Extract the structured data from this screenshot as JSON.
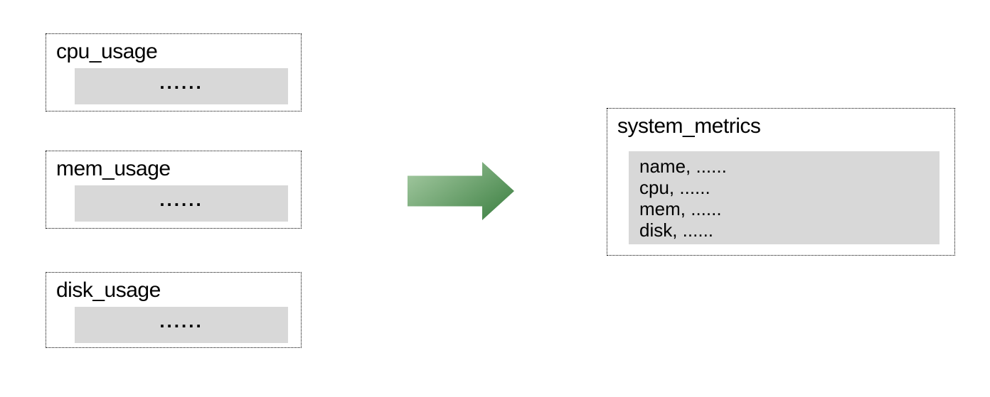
{
  "diagram": {
    "sources": [
      {
        "title": "cpu_usage",
        "placeholder": "......"
      },
      {
        "title": "mem_usage",
        "placeholder": "......"
      },
      {
        "title": "disk_usage",
        "placeholder": "......"
      }
    ],
    "target": {
      "title": "system_metrics",
      "rows": [
        "name, ......",
        "cpu, ......",
        "mem, ......",
        "disk, ......"
      ]
    },
    "arrow": {
      "direction": "right",
      "gradient_start": "#a9cda6",
      "gradient_end": "#4e8c52"
    },
    "colors": {
      "panel_fill": "#d8d8d8",
      "border": "#000000",
      "background": "#ffffff"
    }
  }
}
